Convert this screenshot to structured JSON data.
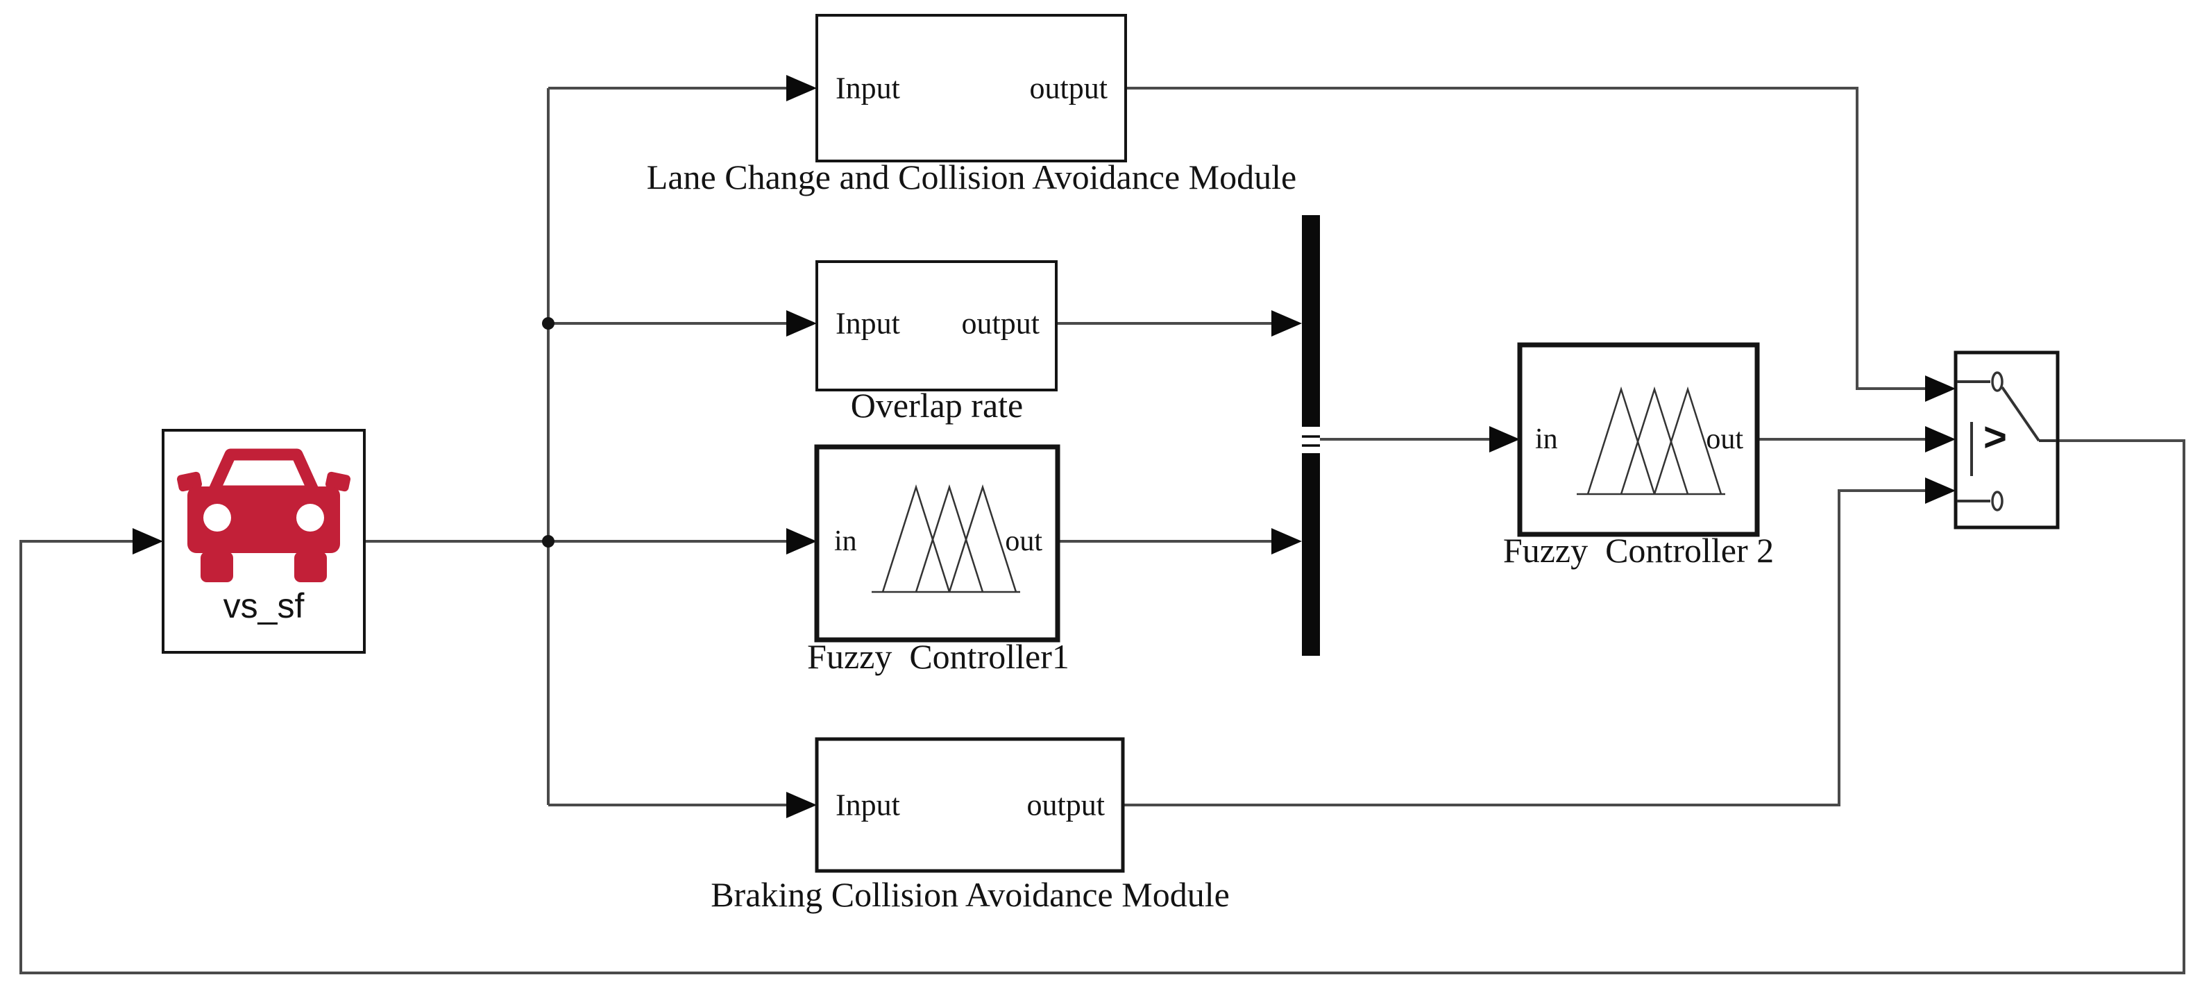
{
  "colors": {
    "background": "#ffffff",
    "wire": "#4a4a4a",
    "border": "#141414",
    "arrow": "#0a0a0a",
    "car_red": "#c22038"
  },
  "vehicle": {
    "label": "vs_sf"
  },
  "lane_module": {
    "port_in": "Input",
    "port_out": "output",
    "caption": "Lane Change and Collision Avoidance Module"
  },
  "overlap_module": {
    "port_in": "Input",
    "port_out": "output",
    "caption": "Overlap rate"
  },
  "fuzzy1": {
    "port_in": "in",
    "port_out": "out",
    "caption": "Fuzzy  Controller1"
  },
  "braking_module": {
    "port_in": "Input",
    "port_out": "output",
    "caption": "Braking Collision Avoidance Module"
  },
  "fuzzy2": {
    "port_in": "in",
    "port_out": "out",
    "caption": "Fuzzy  Controller 2"
  },
  "switch": {
    "operator": ">"
  }
}
